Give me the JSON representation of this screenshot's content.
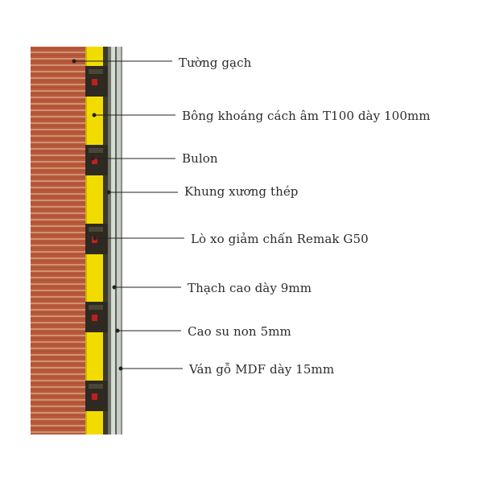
{
  "layers": [
    {
      "key": "brick",
      "label": "Tường gạch"
    },
    {
      "key": "mineral-wool",
      "label": "Bông khoáng cách âm T100 dày 100mm"
    },
    {
      "key": "bolt",
      "label": "Bulon"
    },
    {
      "key": "steel-frame",
      "label": "Khung xương thép"
    },
    {
      "key": "spring",
      "label": "Lò xo giảm chấn Remak G50"
    },
    {
      "key": "gypsum",
      "label": "Thạch cao dày 9mm"
    },
    {
      "key": "rubber",
      "label": "Cao su non 5mm"
    },
    {
      "key": "mdf",
      "label": "Ván gỗ MDF dày 15mm"
    }
  ],
  "colors": {
    "brick": "#b8593a",
    "mortar": "#d9a48a",
    "insulation": "#f2dc00",
    "bracket": "#2e2a22",
    "bolt": "#c0201c",
    "gypsum": "#d6dcd6",
    "mdf": "#8a8f88",
    "leader": "#222222"
  }
}
